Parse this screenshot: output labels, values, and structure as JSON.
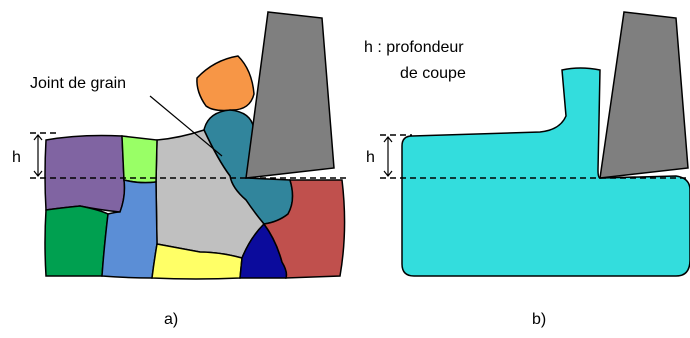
{
  "panel_a": {
    "annotation": "Joint de grain",
    "depth_symbol": "h",
    "caption": "a)"
  },
  "panel_b": {
    "annotation_line1": "h : profondeur",
    "annotation_line2": "de coupe",
    "depth_symbol": "h",
    "caption": "b)"
  },
  "colors": {
    "grain_purple": "#8064a2",
    "grain_lightgreen": "#99ff66",
    "grain_gray": "#c0c0c0",
    "grain_teal": "#31859c",
    "grain_orange": "#f79646",
    "grain_green": "#00a050",
    "grain_blue": "#5b8ed6",
    "grain_yellow": "#ffff66",
    "grain_navy": "#0b0b9c",
    "grain_red": "#c0504d",
    "homogeneous_cyan": "#33dddd",
    "tool_gray": "#7f7f7f"
  }
}
